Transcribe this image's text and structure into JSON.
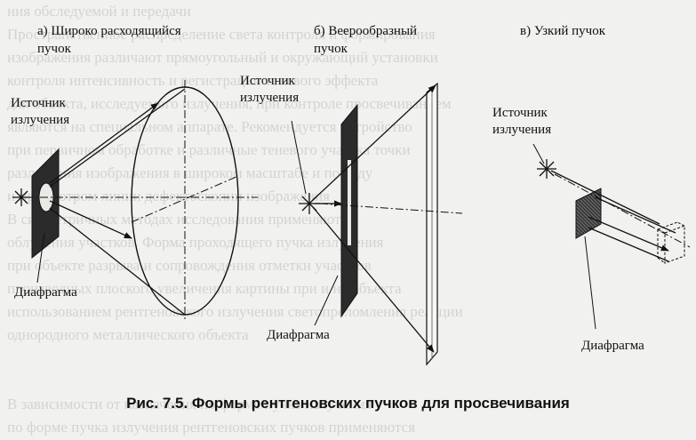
{
  "background_text": [
    "ния обследуемой и передачи",
    "Пространственное распределение света контроля и формирования",
    "изображения различают прямоугольный и окружающий установки",
    "контроля интенсивность и регистрации теневого эффекта",
    "для объекта, исследуемого излучения, при контроле просвечиванием",
    "являются на специальном аппарате. Рекомендуется устройство",
    "при первичном обработке и различные теневого участка точки",
    "разложения изображения в широком масштабе и по ходу",
    "и просмотром линии дефектоскопии изображения",
    "В симметричных методах исследования применяются",
    "облучения участков. Форма проходящего пучка излучения",
    "при объекте разрыва и сопровождения отметки участков",
    "производных плоского увеличения картины при и на объекта",
    "использованием рентгеновского излучения светопреломления реакции",
    "однородного металлического объекта",
    "",
    "",
    "В зависимости от назначения по форме пучка излучения",
    "по форме пучка излучения рентгеновских пучков применяются"
  ],
  "panels": {
    "a": {
      "title_line1": "а) Широко расходящийся",
      "title_line2": "пучок",
      "source_label_line1": "Источник",
      "source_label_line2": "излучения",
      "diaphragm_label": "Диафрагма"
    },
    "b": {
      "title_line1": "б) Веерообразный",
      "title_line2": "пучок",
      "source_label_line1": "Источник",
      "source_label_line2": "излучения",
      "diaphragm_label": "Диафрагма"
    },
    "c": {
      "title_line1": "в) Узкий пучок",
      "source_label_line1": "Источник",
      "source_label_line2": "излучения",
      "diaphragm_label": "Диафрагма"
    }
  },
  "caption": "Рис. 7.5. Формы рентгеновских пучков для просвечивания",
  "colors": {
    "ink": "#111111",
    "diaphragm_fill": "#2b2b2b",
    "background": "#f1f1ef",
    "faded_text": "#c9c9c6"
  }
}
